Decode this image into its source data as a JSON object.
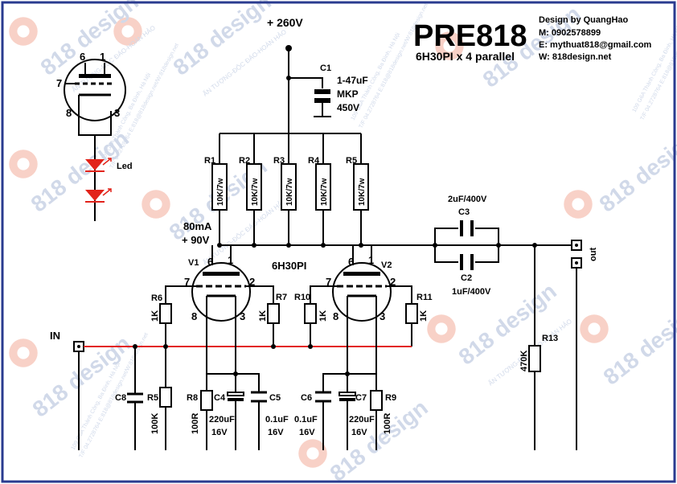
{
  "header": {
    "title": "PRE818",
    "subtitle": "6H30PI x 4  parallel",
    "designer": "Design by QuangHao",
    "phone": "M: 0902578899",
    "email": "E: mythuat818@gmail.com",
    "website": "W: 818design.net"
  },
  "supply": {
    "voltage": "+ 260V",
    "node_current": "80mA",
    "node_voltage": "+ 90V"
  },
  "components": {
    "c1": {
      "ref": "C1",
      "value": "1-47uF",
      "type": "MKP",
      "voltage": "450V"
    },
    "r1": {
      "ref": "R1",
      "value": "10K/7w"
    },
    "r2": {
      "ref": "R2",
      "value": "10K/7w"
    },
    "r3": {
      "ref": "R3",
      "value": "10K/7w"
    },
    "r4": {
      "ref": "R4",
      "value": "10K/7w"
    },
    "r5_top": {
      "ref": "R5",
      "value": "10K/7w"
    },
    "c2": {
      "ref": "C2",
      "value": "1uF/400V"
    },
    "c3": {
      "ref": "C3",
      "value": "2uF/400V"
    },
    "r13": {
      "ref": "R13",
      "value": "470K"
    },
    "r6": {
      "ref": "R6",
      "value": "1K"
    },
    "r7": {
      "ref": "R7",
      "value": "1K"
    },
    "r10": {
      "ref": "R10",
      "value": "1K"
    },
    "r11": {
      "ref": "R11",
      "value": "1K"
    },
    "c8": {
      "ref": "C8"
    },
    "r5_grid": {
      "ref": "R5",
      "value": "100K"
    },
    "r8": {
      "ref": "R8",
      "value": "100R"
    },
    "c4": {
      "ref": "C4",
      "value": "220uF",
      "voltage": "16V"
    },
    "c5": {
      "ref": "C5",
      "value": "0.1uF",
      "voltage": "16V"
    },
    "c6": {
      "ref": "C6",
      "value": "0.1uF",
      "voltage": "16V"
    },
    "c7": {
      "ref": "C7",
      "value": "220uF",
      "voltage": "16V"
    },
    "r9": {
      "ref": "R9",
      "value": "100R"
    }
  },
  "tubes": {
    "type": "6H30PI",
    "v1": {
      "ref": "V1",
      "pin6": "6",
      "pin1": "1",
      "pin7": "7",
      "pin2": "2",
      "pin8": "8",
      "pin3": "3"
    },
    "v2": {
      "ref": "V2",
      "pin6": "6",
      "pin1": "1",
      "pin7": "7",
      "pin2": "2",
      "pin8": "8",
      "pin3": "3"
    },
    "legend": {
      "pin6": "6",
      "pin1": "1",
      "pin7": "7",
      "pin8": "8",
      "pin3": "3"
    }
  },
  "labels": {
    "led": "Led",
    "input": "IN",
    "output": "out"
  },
  "watermark": {
    "brand": "818 design",
    "tagline": "ẤN TƯỢNG-ĐỘC ĐÁO-HOÀN HẢO",
    "address": "109 G6A Thành Công, Ba Đình, Hà Nội",
    "contact": "T/F 04.2728764 E:818@818design.net/W:818design.net"
  },
  "colors": {
    "frame": "#2a3b8f",
    "signal": "#e2231a",
    "led": "#e2231a",
    "watermark": "#c9d3e6"
  }
}
